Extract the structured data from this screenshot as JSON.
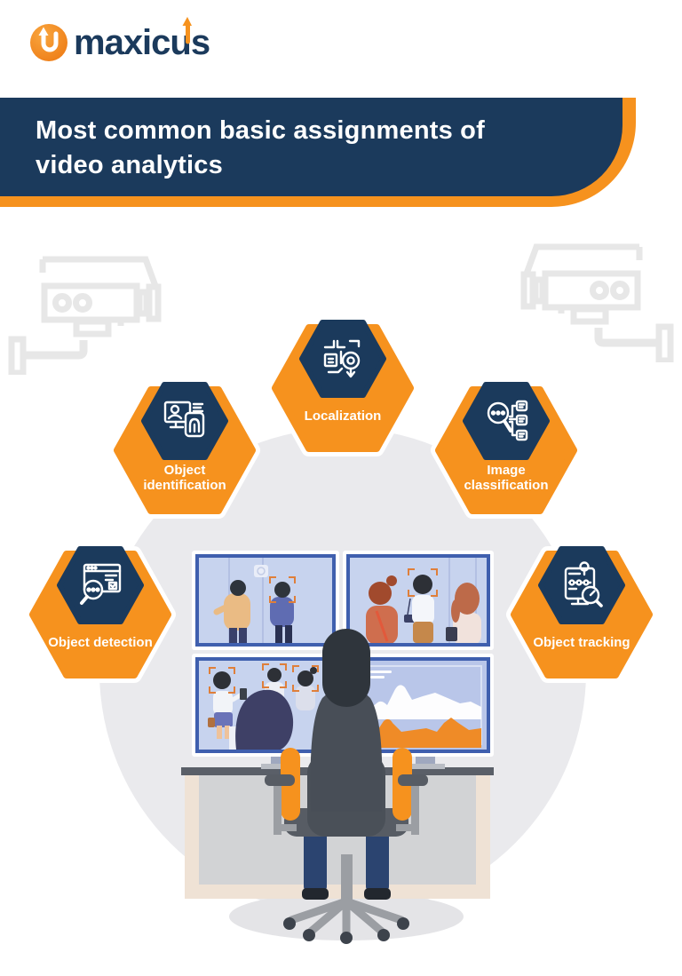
{
  "logo": {
    "brand_prefix": "maxic",
    "brand_u": "u",
    "brand_suffix": "s",
    "icon": "logo-up-arrow-badge"
  },
  "header": {
    "title_line1": "Most common basic assignments of",
    "title_line2": "video analytics"
  },
  "badges": [
    {
      "id": "localization",
      "label": "Localization",
      "icon": "map-location-pin-icon"
    },
    {
      "id": "object-identification",
      "label": "Object identification",
      "icon": "monitor-fingerprint-icon"
    },
    {
      "id": "image-classification",
      "label": "Image classification",
      "icon": "magnifier-categories-icon"
    },
    {
      "id": "object-detection",
      "label": "Object detection",
      "icon": "browser-magnifier-icon"
    },
    {
      "id": "object-tracking",
      "label": "Object tracking",
      "icon": "monitor-route-magnifier-icon"
    }
  ],
  "decor": {
    "left_camera": "cctv-camera-outline",
    "right_camera": "cctv-camera-outline",
    "scene": "analyst seated at control desk watching surveillance monitors with face detection feeds and analytics charts"
  },
  "colors": {
    "orange": "#f6921e",
    "navy": "#1b3a5c",
    "circle_gray": "#eaeaed",
    "camera_outline": "#e7e7e7",
    "screen_frame": "#3f5fae",
    "screen_bg": "#c7d3ee",
    "chart_orange": "#ef8b27"
  }
}
